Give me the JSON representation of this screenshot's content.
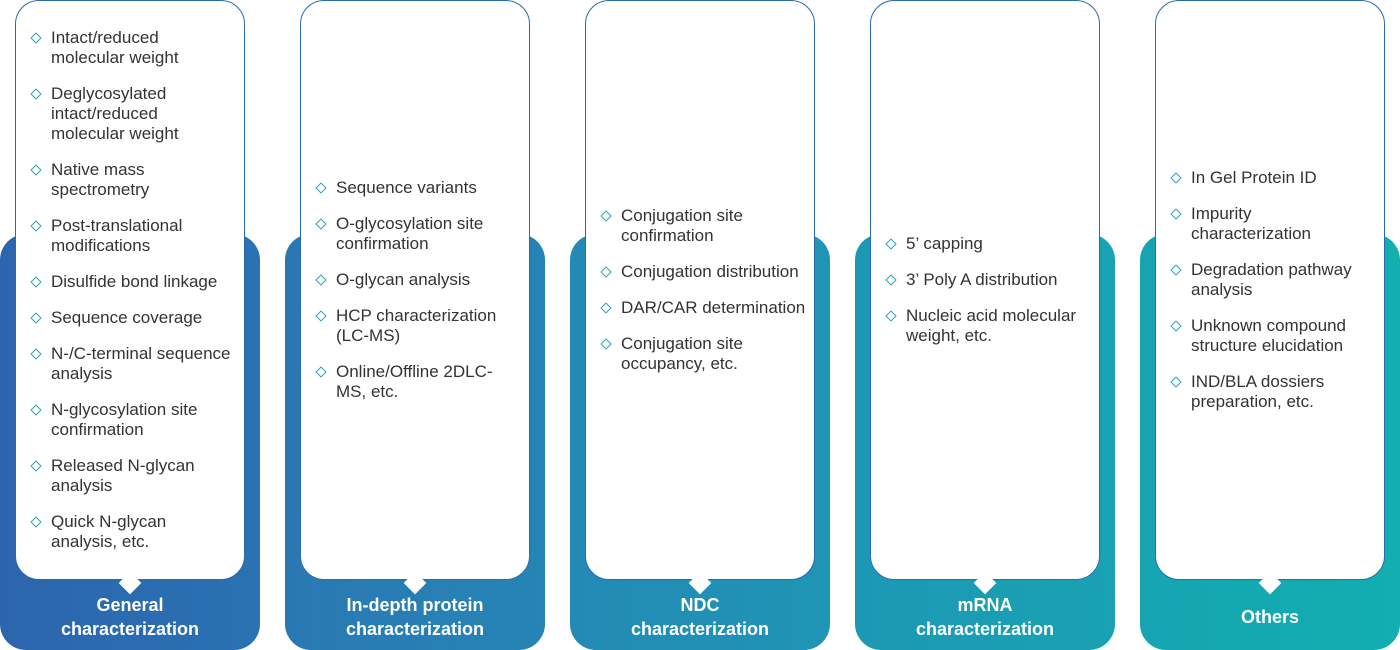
{
  "categories": [
    {
      "label": "General\ncharacterization",
      "gradient": [
        "#2c65ad",
        "#2a72b2"
      ],
      "items": [
        "Intact/reduced molecular weight",
        "Deglycosylated intact/reduced molecular weight",
        "Native mass spectrometry",
        "Post-translational modifications",
        "Disulfide bond linkage",
        "Sequence coverage",
        "N-/C-terminal sequence analysis",
        "N-glycosylation site confirmation",
        "Released N-glycan analysis",
        "Quick N-glycan analysis, etc."
      ]
    },
    {
      "label": "In-depth protein\ncharacterization",
      "gradient": [
        "#2a78b3",
        "#2685b5"
      ],
      "items": [
        "Sequence variants",
        "O-glycosylation site confirmation",
        "O-glycan analysis",
        "HCP characterization (LC-MS)",
        "Online/Offline 2DLC-MS, etc."
      ]
    },
    {
      "label": "NDC\ncharacterization",
      "gradient": [
        "#238ab5",
        "#1f95b5"
      ],
      "items": [
        "Conjugation site confirmation",
        "Conjugation distribution",
        "DAR/CAR determination",
        "Conjugation site occupancy, etc."
      ]
    },
    {
      "label": "mRNA\ncharacterization",
      "gradient": [
        "#1c98b4",
        "#19a2b3"
      ],
      "items": [
        "5’ capping",
        "3’ Poly A distribution",
        "Nucleic acid molecular weight, etc."
      ]
    },
    {
      "label": "Others",
      "gradient": [
        "#16a4b2",
        "#12aeb0"
      ],
      "items": [
        "In Gel Protein ID",
        "Impurity characterization",
        "Degradation pathway analysis",
        "Unknown compound structure elucidation",
        "IND/BLA dossiers preparation, etc."
      ]
    }
  ]
}
